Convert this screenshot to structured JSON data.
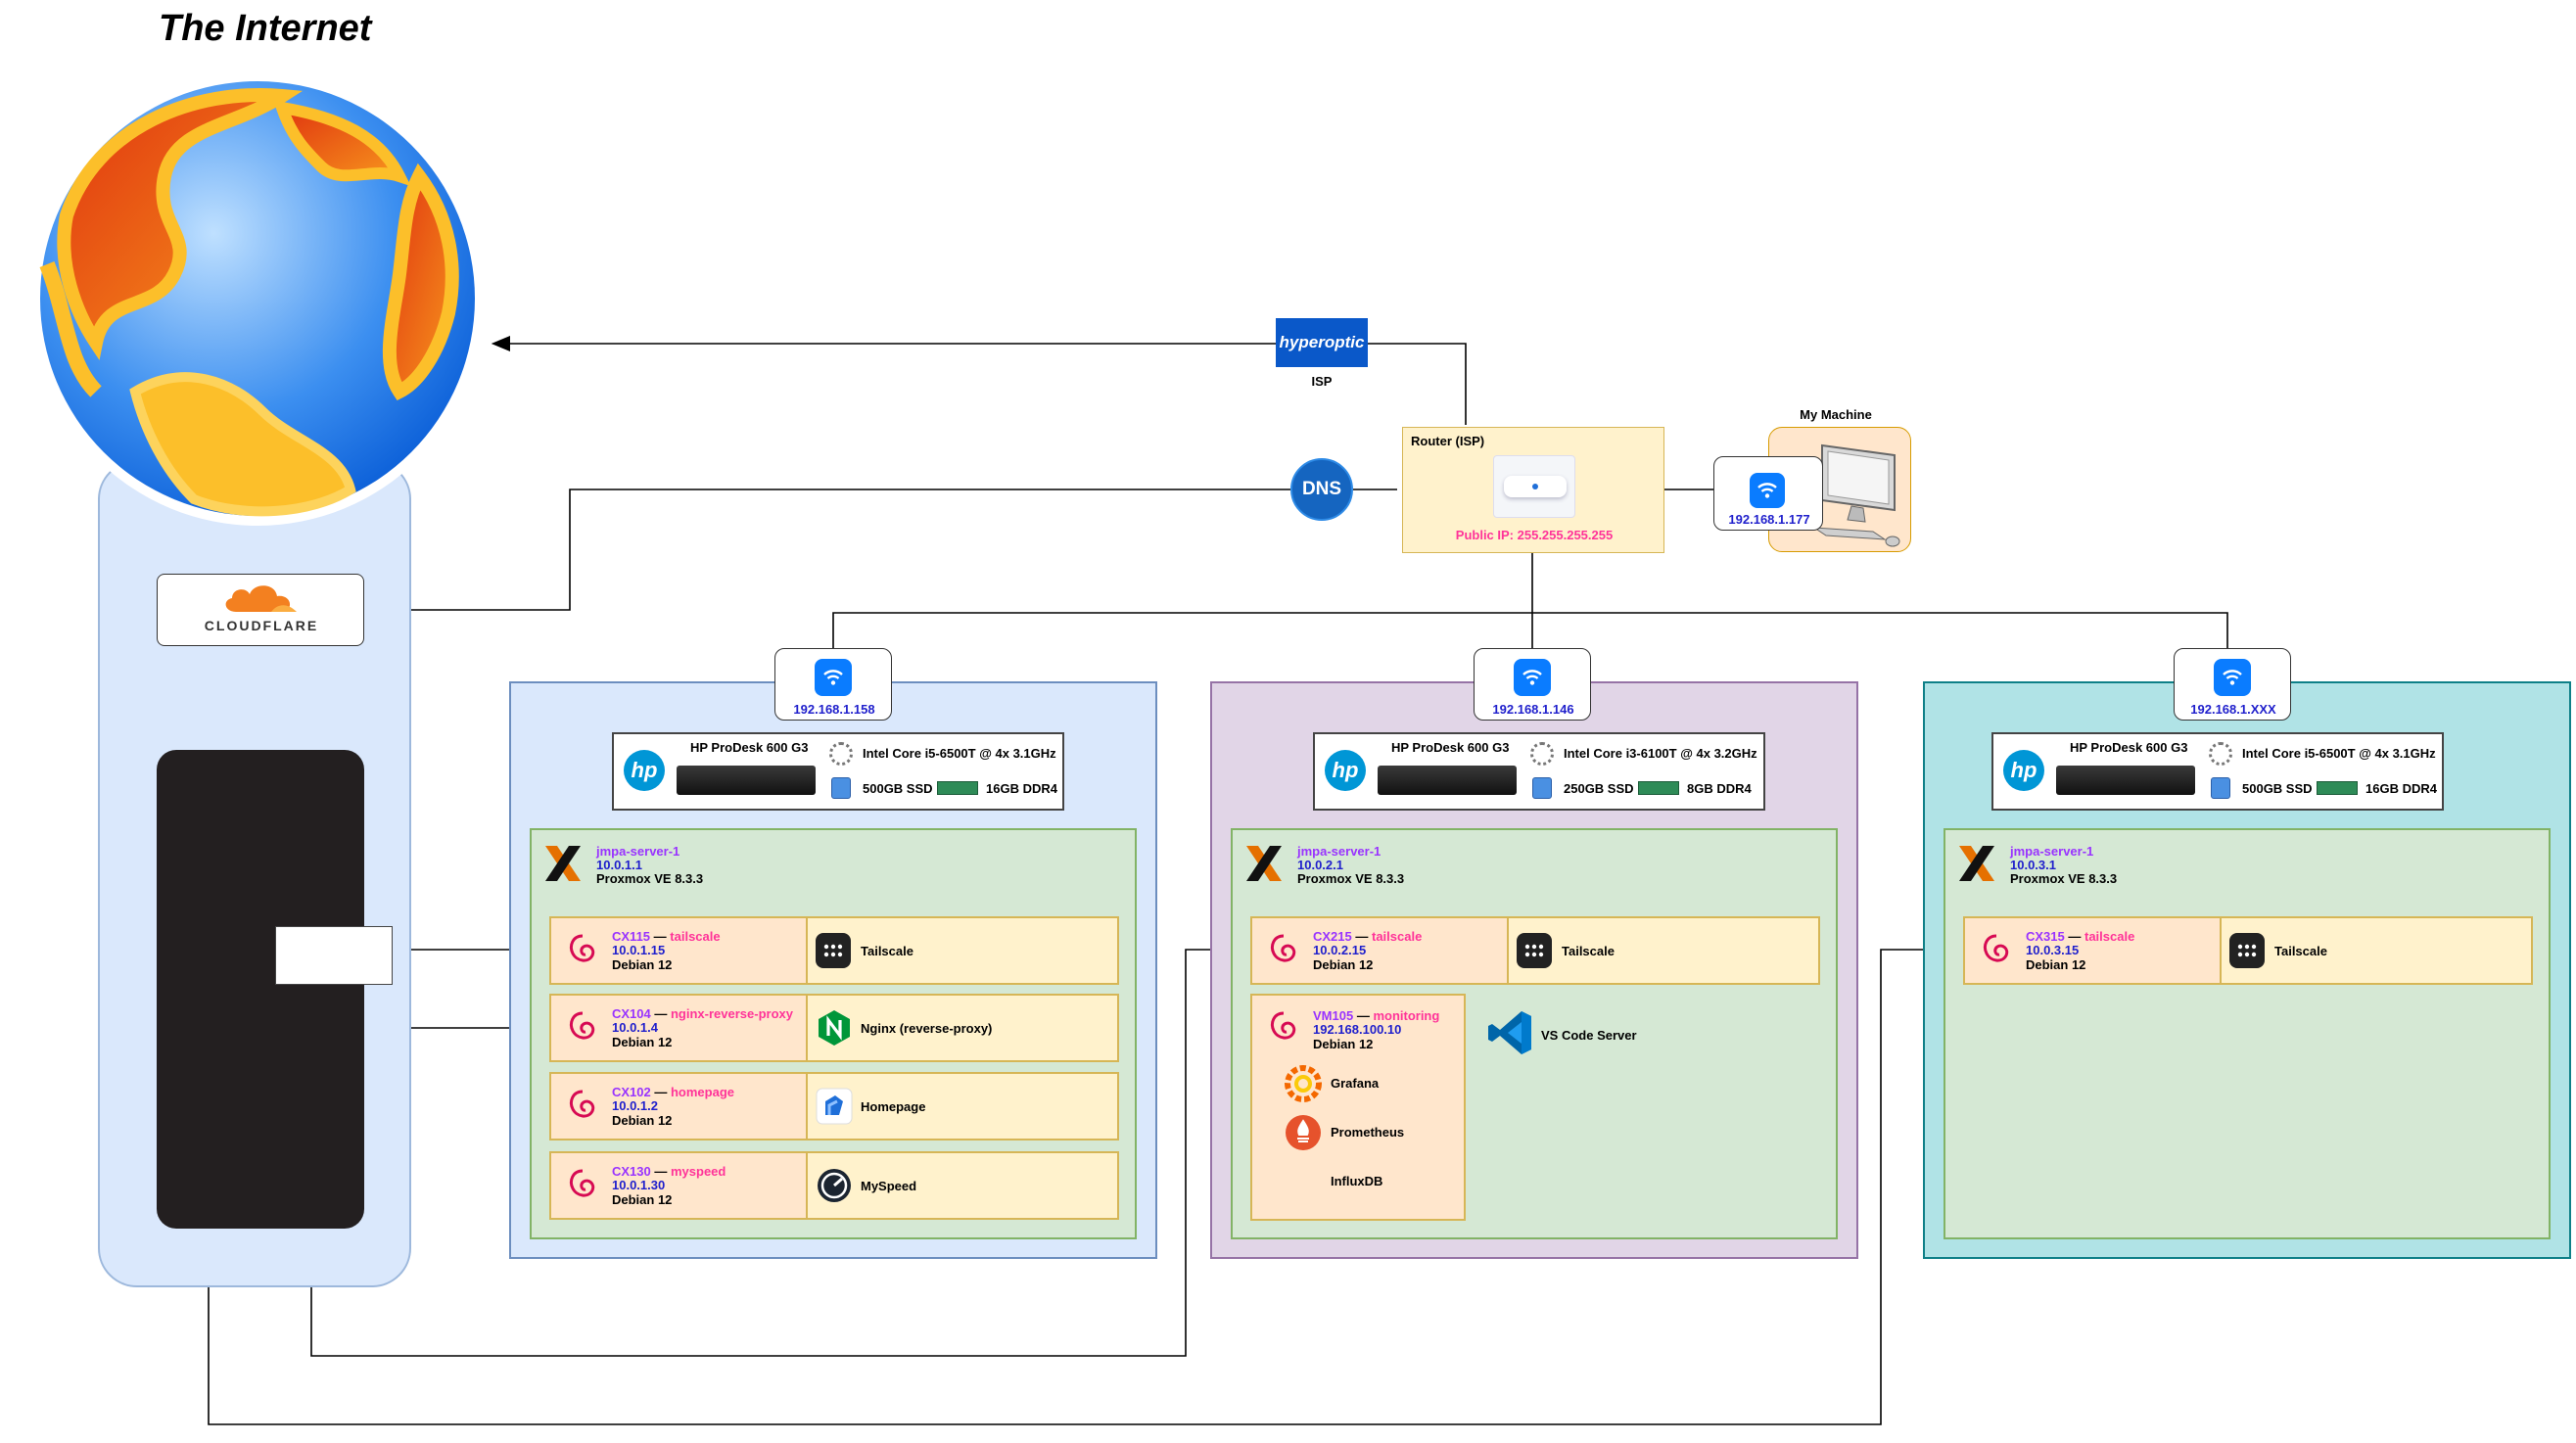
{
  "internet": {
    "title": "The Internet"
  },
  "cloudflare": {
    "label": "CLOUDFLARE"
  },
  "isp": {
    "brand": "hyperoptic",
    "label": "ISP"
  },
  "dns": {
    "label": "DNS"
  },
  "router": {
    "title": "Router (ISP)",
    "public_ip": "Public IP: 255.255.255.255"
  },
  "my_machine": {
    "title": "My Machine",
    "ip": "192.168.1.177"
  },
  "hosts": [
    {
      "wifi_ip": "192.168.1.158",
      "hardware": {
        "model": "HP ProDesk 600 G3",
        "cpu": "Intel Core i5-6500T @ 4x 3.1GHz",
        "storage": "500GB SSD",
        "ram": "16GB DDR4"
      },
      "pve": {
        "name": "jmpa-server-1",
        "ip": "10.0.1.1",
        "version": "Proxmox VE 8.3.3"
      },
      "containers": [
        {
          "id": "CX115",
          "sep": " — ",
          "name": "tailscale",
          "ip": "10.0.1.15",
          "os": "Debian 12",
          "app": "Tailscale"
        },
        {
          "id": "CX104",
          "sep": " — ",
          "name": "nginx-reverse-proxy",
          "ip": "10.0.1.4",
          "os": "Debian 12",
          "app": "Nginx (reverse-proxy)"
        },
        {
          "id": "CX102",
          "sep": " — ",
          "name": "homepage",
          "ip": "10.0.1.2",
          "os": "Debian 12",
          "app": "Homepage"
        },
        {
          "id": "CX130",
          "sep": " — ",
          "name": "myspeed",
          "ip": "10.0.1.30",
          "os": "Debian 12",
          "app": "MySpeed"
        }
      ]
    },
    {
      "wifi_ip": "192.168.1.146",
      "hardware": {
        "model": "HP ProDesk 600 G3",
        "cpu": "Intel Core i3-6100T @ 4x 3.2GHz",
        "storage": "250GB SSD",
        "ram": "8GB DDR4"
      },
      "pve": {
        "name": "jmpa-server-1",
        "ip": "10.0.2.1",
        "version": "Proxmox VE 8.3.3"
      },
      "containers": [
        {
          "id": "CX215",
          "sep": " — ",
          "name": "tailscale",
          "ip": "10.0.2.15",
          "os": "Debian 12",
          "app": "Tailscale"
        }
      ],
      "vm": {
        "id": "VM105",
        "sep": " — ",
        "name": "monitoring",
        "ip": "192.168.100.10",
        "os": "Debian 12",
        "apps": [
          "Grafana",
          "Prometheus",
          "InfluxDB"
        ]
      },
      "extra_app": "VS Code Server"
    },
    {
      "wifi_ip": "192.168.1.XXX",
      "hardware": {
        "model": "HP ProDesk 600 G3",
        "cpu": "Intel Core i5-6500T @ 4x 3.1GHz",
        "storage": "500GB SSD",
        "ram": "16GB DDR4"
      },
      "pve": {
        "name": "jmpa-server-1",
        "ip": "10.0.3.1",
        "version": "Proxmox VE 8.3.3"
      },
      "containers": [
        {
          "id": "CX315",
          "sep": " — ",
          "name": "tailscale",
          "ip": "10.0.3.15",
          "os": "Debian 12",
          "app": "Tailscale"
        }
      ]
    }
  ],
  "colors": {
    "host1_bg": "#dae8fc",
    "host1_border": "#6c8ebf",
    "host2_bg": "#e1d5e7",
    "host2_border": "#9673a6",
    "host3_bg": "#b0e3e6",
    "host3_border": "#0e8088",
    "router_bg": "#fff2cc",
    "router_border": "#d6b656"
  }
}
